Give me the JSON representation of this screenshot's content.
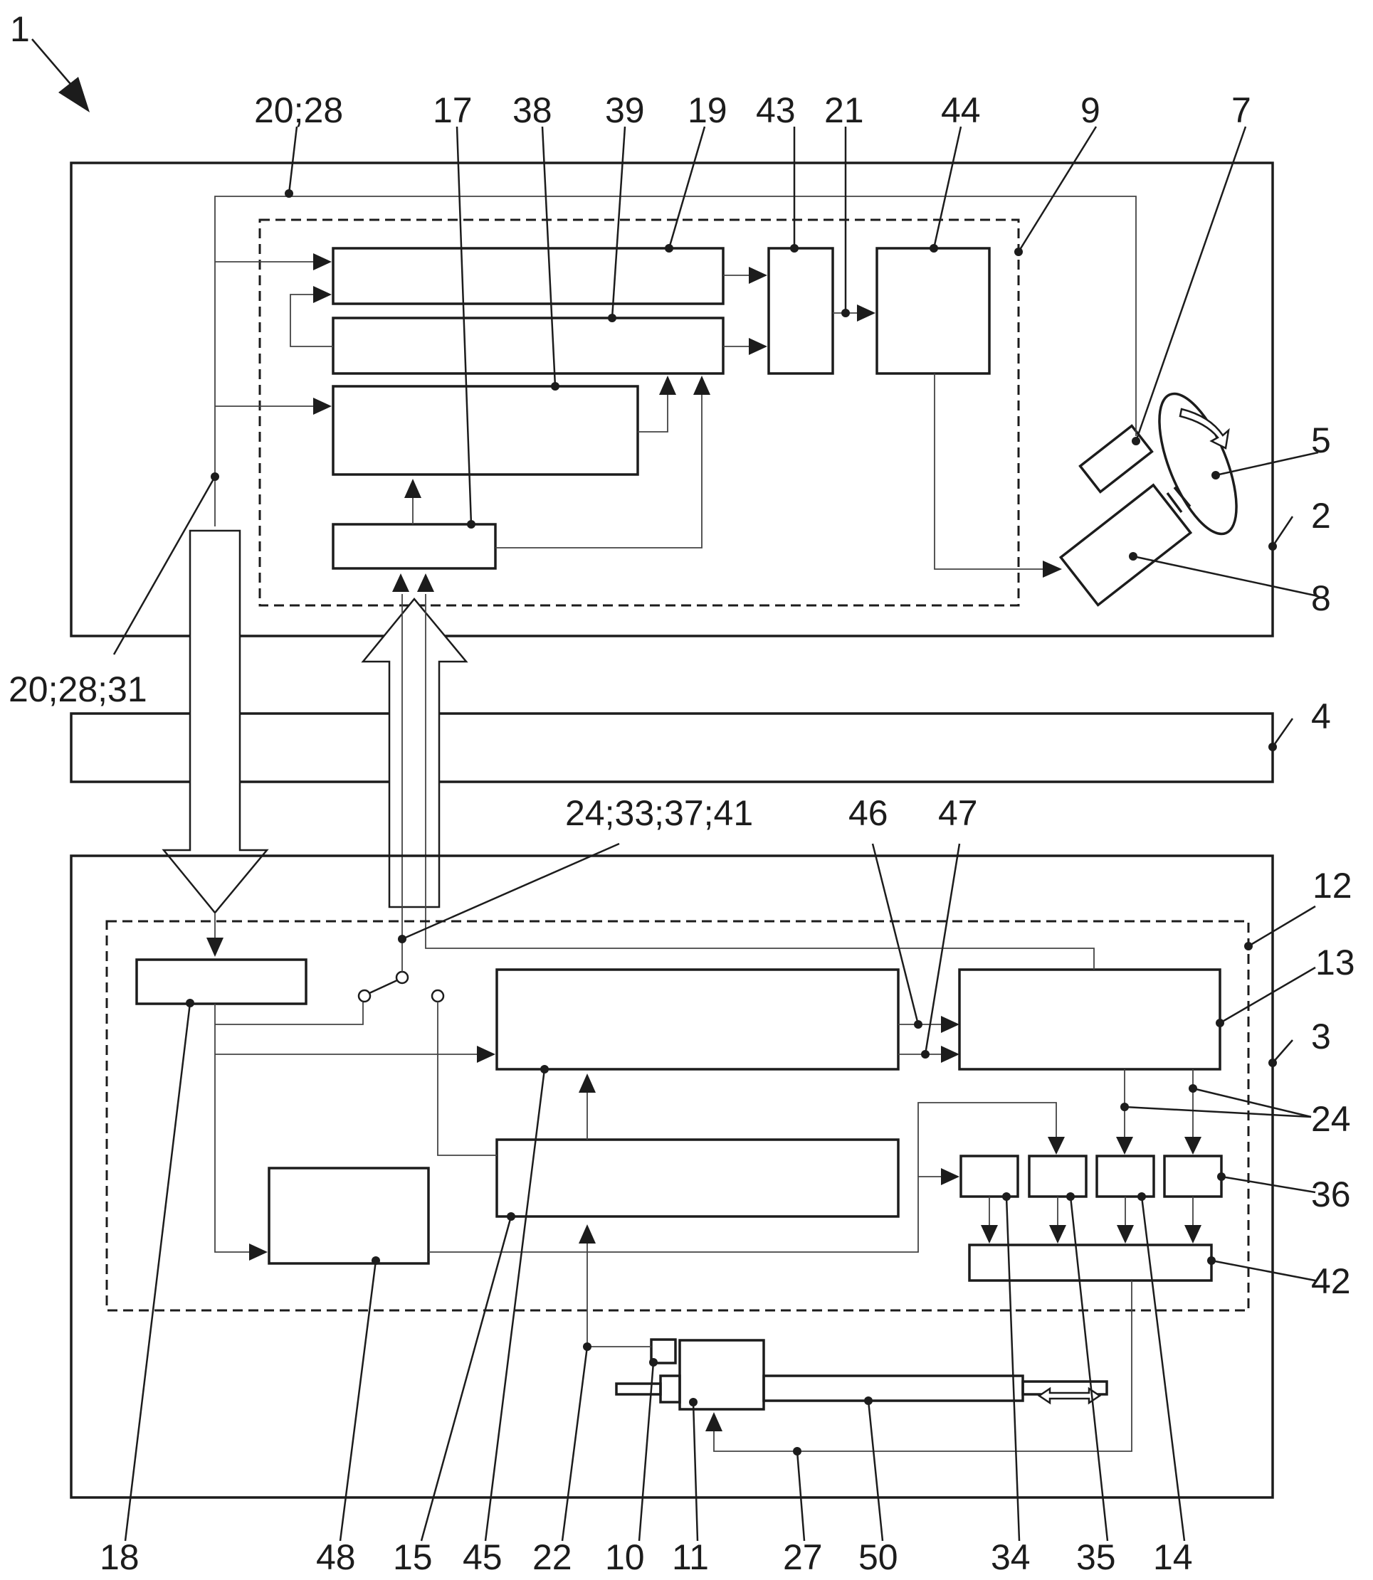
{
  "figure": {
    "reference_numerals": {
      "n1": "1",
      "n2028": "20;28",
      "n17": "17",
      "n38": "38",
      "n39": "39",
      "n19": "19",
      "n43": "43",
      "n21": "21",
      "n44": "44",
      "n9": "9",
      "n7": "7",
      "n5": "5",
      "n2": "2",
      "n8": "8",
      "n202831": "20;28;31",
      "n4": "4",
      "n24333741": "24;33;37;41",
      "n46": "46",
      "n47": "47",
      "n12": "12",
      "n13": "13",
      "n3": "3",
      "n24": "24",
      "n36": "36",
      "n42": "42",
      "n18": "18",
      "n48": "48",
      "n15": "15",
      "n45": "45",
      "n22": "22",
      "n10": "10",
      "n11": "11",
      "n27": "27",
      "n50": "50",
      "n34": "34",
      "n35": "35",
      "n14": "14"
    }
  }
}
